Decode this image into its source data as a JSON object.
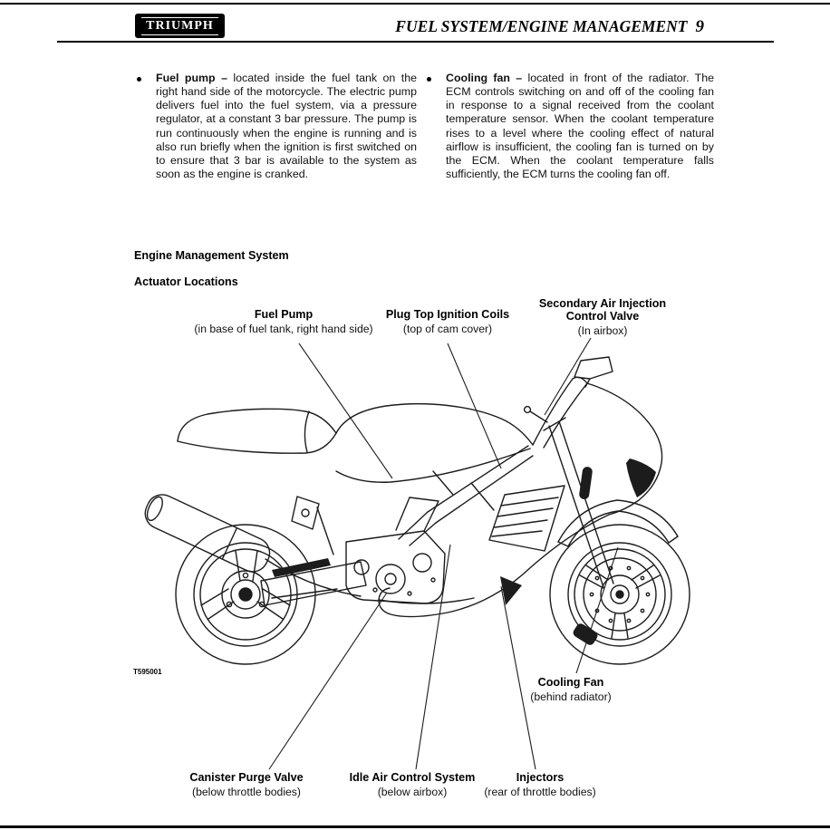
{
  "header": {
    "logo_text": "TRIUMPH",
    "title": "FUEL SYSTEM/ENGINE MANAGEMENT",
    "page_number": "9"
  },
  "intro_bullets": [
    {
      "term": "Fuel pump –",
      "body": "located inside the fuel tank on the right hand side of the motorcycle. The electric pump delivers fuel into the fuel system, via a pressure regulator, at a constant 3 bar pressure. The pump is run continuously when the engine is running and is also run briefly when the ignition is first switched on to ensure that 3 bar is available to the system as soon as the engine is cranked."
    },
    {
      "term": "Cooling fan –",
      "body": "located in front of the radiator. The ECM controls switching on and off of the cooling fan in response to a signal received from the coolant temperature sensor. When the coolant temperature rises to a level where the cooling effect of natural airflow is insufficient, the cooling fan is turned on by the ECM. When the coolant temperature falls sufficiently, the ECM turns the cooling fan off."
    }
  ],
  "headings": {
    "section": "Engine Management System",
    "subsection": "Actuator Locations"
  },
  "figure": {
    "code": "T595001",
    "callouts": [
      {
        "label": "Fuel Pump",
        "detail": "(in base of fuel tank, right hand side)"
      },
      {
        "label": "Plug Top Ignition Coils",
        "detail": "(top of cam cover)"
      },
      {
        "label": "Secondary Air Injection Control Valve",
        "detail": "(In airbox)"
      },
      {
        "label": "Cooling Fan",
        "detail": "(behind radiator)"
      },
      {
        "label": "Canister Purge Valve",
        "detail": "(below throttle bodies)"
      },
      {
        "label": "Idle Air Control System",
        "detail": "(below airbox)"
      },
      {
        "label": "Injectors",
        "detail": "(rear of throttle bodies)"
      }
    ]
  }
}
